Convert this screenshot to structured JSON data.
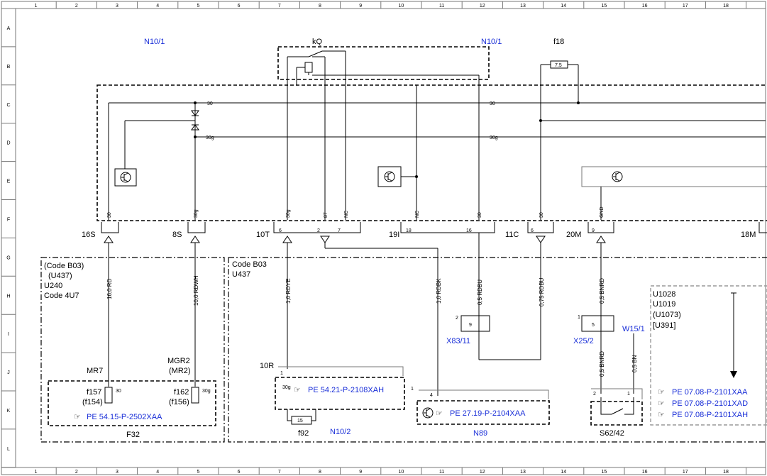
{
  "grid": {
    "columns": [
      "1",
      "2",
      "3",
      "4",
      "5",
      "6",
      "7",
      "8",
      "9",
      "10",
      "11",
      "12",
      "13",
      "14",
      "15",
      "16",
      "17",
      "18"
    ],
    "rows": [
      "A",
      "B",
      "C",
      "D",
      "E",
      "F",
      "G",
      "H",
      "I",
      "J",
      "K",
      "L"
    ]
  },
  "components": {
    "n10_1_left": "N10/1",
    "n10_1_right": "N10/1",
    "kq": "kQ",
    "f18": "f18",
    "f18_rating": "7.5",
    "f92": "f92",
    "f92_rating": "15",
    "n10_2": "N10/2",
    "n89": "N89",
    "f32": "F32",
    "s62_42": "S62/42",
    "x83_11": "X83/11",
    "x25_2": "X25/2",
    "w15_1": "W15/1",
    "mr7": "MR7",
    "mgr2": "MGR2",
    "mr2": "(MR2)",
    "f157": "f157",
    "f154": "(f154)",
    "f162": "f162",
    "f156": "(f156)",
    "r10": "10R"
  },
  "bus_labels": {
    "l30_a": "30",
    "l30_b": "30",
    "l30g_a": "30g",
    "l30g_b": "30g"
  },
  "connectors": [
    "16S",
    "8S",
    "10T",
    "19I",
    "11C",
    "20M",
    "18M"
  ],
  "pins": {
    "p6a": "6",
    "p2": "2",
    "p7": "7",
    "p18": "18",
    "p16": "16",
    "p6b": "6",
    "p9": "9",
    "p9b": "9",
    "p5": "5",
    "p2x": "2",
    "p1x": "1",
    "p4": "4",
    "p1n": "1",
    "p1r": "1",
    "p2s": "2",
    "p1s": "1"
  },
  "pin_names": {
    "n30a": "30",
    "n30g": "30g",
    "n30b": "30g",
    "n87": "87",
    "nc1": "NC",
    "nc2": "NC",
    "n30c": "30",
    "n30d": "30",
    "gnd": "GND",
    "f30": "30",
    "f30g": "30g",
    "s30": "30",
    "s30g": "30g"
  },
  "wires": {
    "w1": "16,0 RD",
    "w2": "10,0 RDWH",
    "w3": "1,0 RDYE",
    "w4": "1,0 RDBK",
    "w5": "0,5 RDBU",
    "w6": "0,75 RDBU",
    "w7": "0,5 BNRD",
    "w8": "0,5 BNRD",
    "w9": "0,5 BN"
  },
  "codes": {
    "left": [
      "(Code B03)",
      "(U437)",
      "U240",
      "Code 4U7"
    ],
    "middle": [
      "Code B03",
      "U437"
    ],
    "right": [
      "U1028",
      "U1019",
      "(U1073)",
      "[U391]"
    ]
  },
  "references": {
    "r1": "PE 54.15-P-2502XAA",
    "r2": "PE 54.21-P-2108XAH",
    "r3": "PE 27.19-P-2104XAA",
    "r4": "PE 07.08-P-2101XAA",
    "r5": "PE 07.08-P-2101XAD",
    "r6": "PE 07.08-P-2101XAH"
  },
  "colors": {
    "link": "#1a2fd8",
    "line": "#000000",
    "frame": "#777777"
  }
}
